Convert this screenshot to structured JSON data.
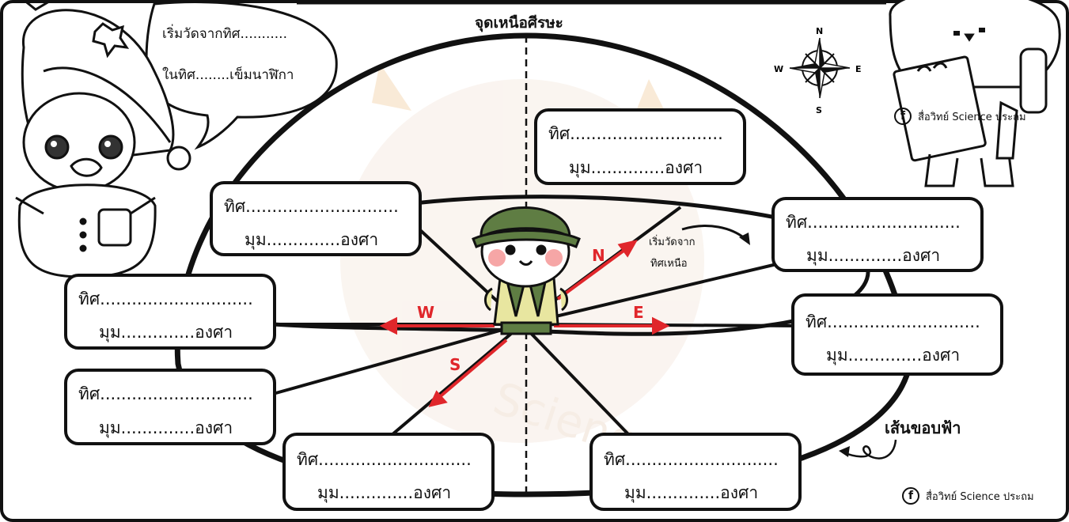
{
  "title": "จุดเหนือศีรษะ",
  "horizon_label": "เส้นขอบฟ้า",
  "speech_bubble": {
    "line1": "เริ่มวัดจากทิศ...........",
    "line2": "ในทิศ........เข็มนาฬิกา"
  },
  "hint": {
    "line1": "เริ่มวัดจาก",
    "line2": "ทิศเหนือ"
  },
  "compass": {
    "n": "N",
    "s": "S",
    "e": "E",
    "w": "W"
  },
  "arrows": {
    "n": "N",
    "s": "S",
    "e": "E",
    "w": "W"
  },
  "worksheet": {
    "line1": "ทิศ.............................",
    "line2": "มุม..............องศา"
  },
  "credit": "สื่อวิทย์ Science ประถม",
  "credit_top": "สื่อวิทย์ Science ประถม",
  "fb_icon": "f",
  "watermark": "Science",
  "colors": {
    "arrow": "#e0262b",
    "helmet": "#5f7d43",
    "vest": "#e8e6a0",
    "cheek": "#f6a6a6",
    "watermark": "#f3e3d5"
  }
}
